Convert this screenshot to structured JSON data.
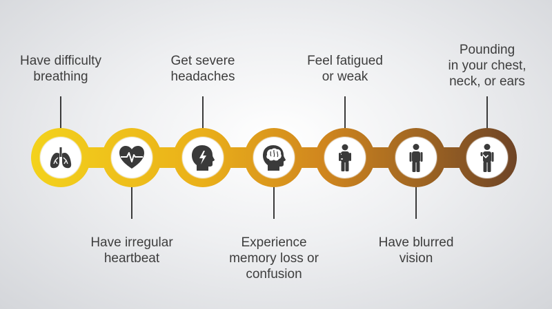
{
  "steps": [
    {
      "label": "Have difficulty\nbreathing",
      "icon": "lungs-icon"
    },
    {
      "label": "Have irregular\nheartbeat",
      "icon": "heartbeat-icon"
    },
    {
      "label": "Get severe\nheadaches",
      "icon": "headache-icon"
    },
    {
      "label": "Experience\nmemory loss or\nconfusion",
      "icon": "brain-head-icon"
    },
    {
      "label": "Feel fatigued\nor weak",
      "icon": "fatigued-person-icon"
    },
    {
      "label": "Have blurred\nvision",
      "icon": "standing-person-icon"
    },
    {
      "label": "Pounding\nin your chest,\nneck, or ears",
      "icon": "chest-pain-person-icon"
    }
  ],
  "colors": {
    "band_start": "#f3d21c",
    "band_mid": "#e9a21a",
    "band_end": "#6e4426",
    "icon": "#3a3a3a",
    "text": "#3d3d3d"
  }
}
